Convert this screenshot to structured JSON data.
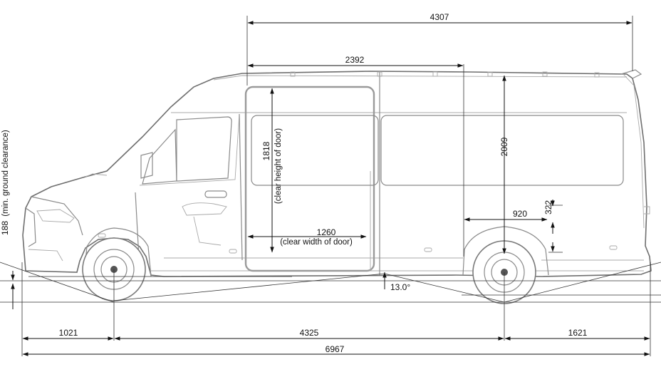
{
  "dimensions": {
    "overall_length": "6967",
    "wheelbase": "4325",
    "front_overhang": "1021",
    "rear_overhang": "1621",
    "cargo_length": "4307",
    "partition_length": "2392",
    "door_clear_height": "1818",
    "door_clear_height_note": "(clear height of door)",
    "door_clear_width": "1260",
    "door_clear_width_note": "(clear width of door)",
    "interior_height": "2009",
    "wheel_arch_width": "920",
    "wheel_arch_height": "322",
    "ground_clearance": "188",
    "ground_clearance_note": "(min. ground clearance)",
    "ramp_angle": "13.0°"
  },
  "colors": {
    "outline": "#8a8a8a",
    "dimension_lines": "#111111",
    "background": "#ffffff"
  }
}
